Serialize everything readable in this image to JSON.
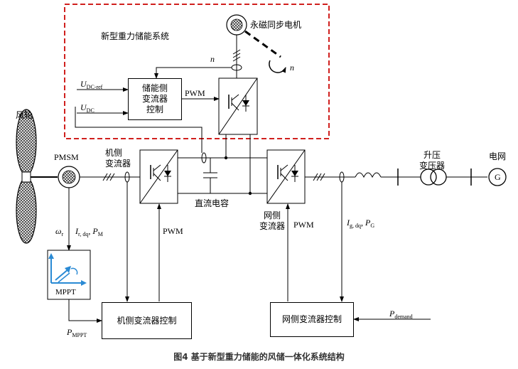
{
  "system_title": "新型重力储能系统",
  "motor_label": "永磁同步电机",
  "speed_symbol": "n",
  "speed_symbol_arrow": "n",
  "udc_ref": {
    "main": "U",
    "sub": "DC-ref"
  },
  "udc": {
    "main": "U",
    "sub": "DC"
  },
  "storage_ctrl": [
    "储能侧",
    "变流器",
    "控制"
  ],
  "pwm_top": "PWM",
  "pwm_left": "PWM",
  "pwm_right": "PWM",
  "wind_wheel": "风轮",
  "pmsm": "PMSM",
  "gen_converter": [
    "机侧",
    "变流器"
  ],
  "dc_cap": "直流电容",
  "grid_converter": [
    "网侧",
    "变流器"
  ],
  "transformer": [
    "升压",
    "变压器"
  ],
  "grid": "电网",
  "grid_symbol": "G",
  "omega_r": {
    "main": "ω",
    "sub": "r"
  },
  "ir_pm": {
    "i": "I",
    "isub": "r, dq",
    "p": "P",
    "psub": "M"
  },
  "ig_pg": {
    "i": "I",
    "isub": "g, dq",
    "p": "P",
    "psub": "G"
  },
  "mppt": "MPPT",
  "p_mppt": {
    "main": "P",
    "sub": "MPPT"
  },
  "gen_ctrl": "机侧变流器控制",
  "grid_ctrl": "网侧变流器控制",
  "p_demand": {
    "main": "P",
    "sub": "demand"
  },
  "caption": "图4   基于新型重力储能的风储一体化系统结构",
  "colors": {
    "dashed_border": "#d0201e",
    "mppt_arrows": "#2a8ad4",
    "line": "#000000"
  }
}
